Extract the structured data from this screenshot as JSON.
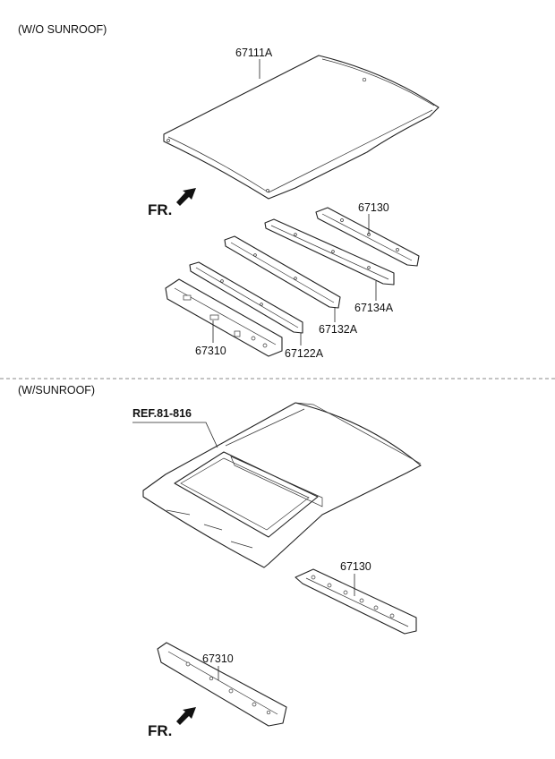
{
  "sections": {
    "top": {
      "heading": "(W/O SUNROOF)"
    },
    "bottom": {
      "heading": "(W/SUNROOF)"
    }
  },
  "front_marker": "FR.",
  "top_parts": {
    "roof_panel": "67111A",
    "rail_rear": "67130",
    "rail_rear_center": "67134A",
    "rail_center": "67132A",
    "rail_front_center": "67122A",
    "rail_front": "67310"
  },
  "bottom_parts": {
    "reference": "REF.81-816",
    "rail_rear": "67130",
    "rail_front": "67310"
  },
  "colors": {
    "line": "#222222",
    "divider": "#888888",
    "background": "#ffffff"
  },
  "icons": [
    "front-arrow-icon"
  ]
}
